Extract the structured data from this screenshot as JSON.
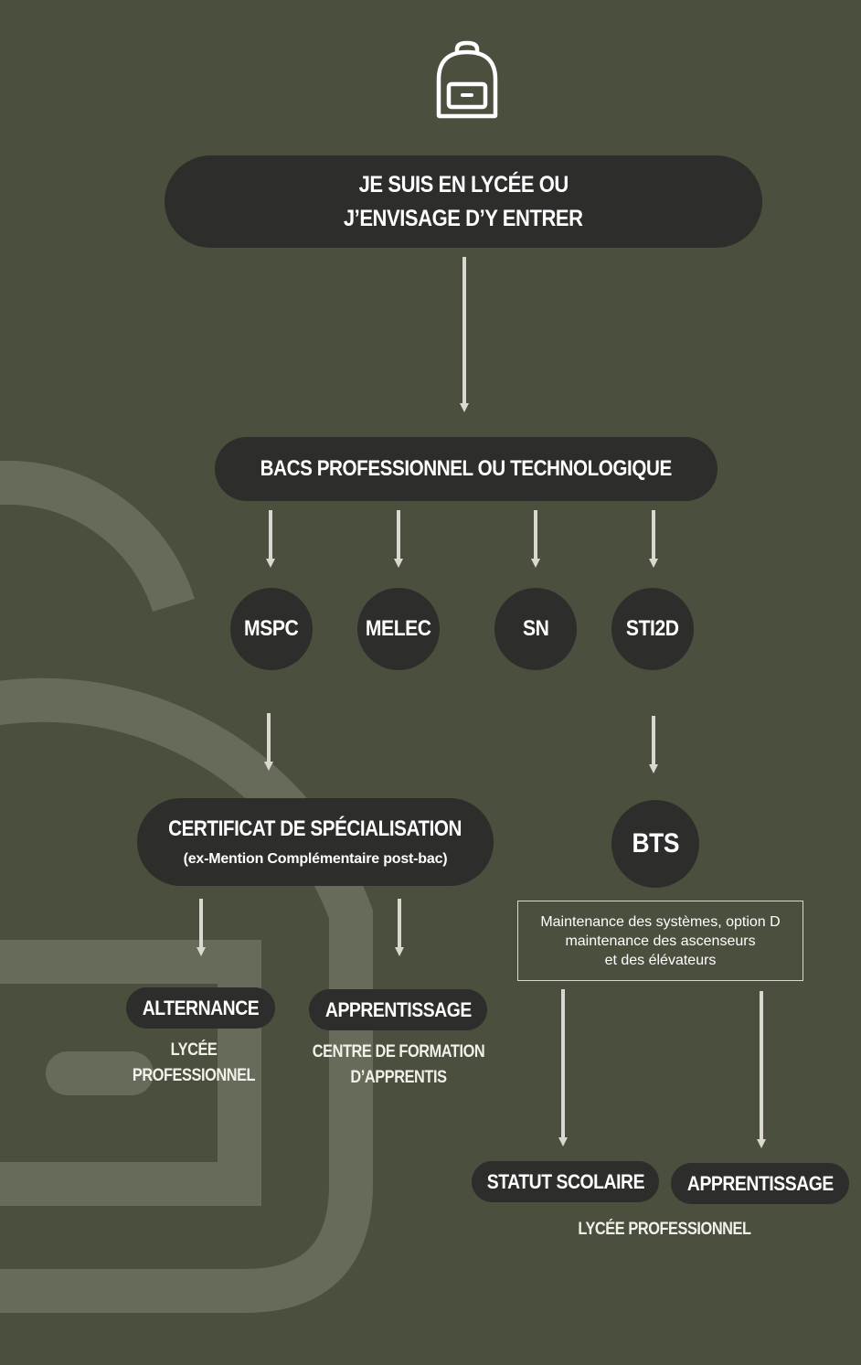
{
  "nodes": {
    "start": {
      "line1": "JE SUIS EN LYCÉE OU",
      "line2": "J’ENVISAGE D’Y ENTRER"
    },
    "bacs": "BACS PROFESSIONNEL OU TECHNOLOGIQUE",
    "mspc": "MSPC",
    "melec": "MELEC",
    "sn": "SN",
    "sti2d": "STI2D",
    "certificat": {
      "title": "CERTIFICAT DE SPÉCIALISATION",
      "subtitle": "(ex-Mention Complémentaire post-bac)"
    },
    "bts": "BTS",
    "bts_detail": {
      "line1": "Maintenance des systèmes, option D",
      "line2": "maintenance des ascenseurs",
      "line3": "et des élévateurs"
    },
    "alternance": "ALTERNANCE",
    "apprentissage_left": "APPRENTISSAGE",
    "statut_scolaire": "STATUT SCOLAIRE",
    "apprentissage_right": "APPRENTISSAGE"
  },
  "captions": {
    "alternance": {
      "line1": "LYCÉE",
      "line2": "PROFESSIONNEL"
    },
    "apprentissage_left": {
      "line1": "CENTRE DE FORMATION",
      "line2": "D’APPRENTIS"
    },
    "bottom": "LYCÉE PROFESSIONNEL"
  },
  "icons": {
    "top": "backpack-icon",
    "background": "backpack-outline-decoration"
  },
  "colors": {
    "background": "#4b4f3d",
    "node": "#2d2d2b",
    "decoration": "#676b5a",
    "arrow": "#d9d9d0",
    "text": "#ffffff"
  }
}
